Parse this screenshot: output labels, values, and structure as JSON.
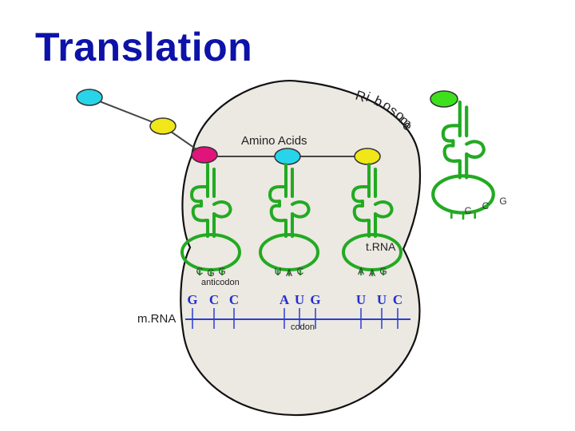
{
  "title": "Translation",
  "labels": {
    "ribosome": "Ribosome",
    "amino_acids": "Amino Acids",
    "trna": "t.RNA",
    "anticodon": "anticodon",
    "codon": "codon",
    "mrna": "m.RNA"
  },
  "mrna_bases": [
    "G",
    "C",
    "C",
    "A",
    "U",
    "G",
    "U",
    "U",
    "C"
  ],
  "anticodons": [
    [
      "C",
      "G",
      "G"
    ],
    [
      "U",
      "A",
      "C"
    ],
    [
      "A",
      "A",
      "G"
    ]
  ],
  "free_trna_anticodon": [
    "C",
    "C",
    "G"
  ],
  "colors": {
    "title": "#0d12a8",
    "ribosome_fill": "#ece8e2",
    "trna": "#22aa22",
    "mrna": "#2a3fd0",
    "amino_magenta": "#e0147a",
    "amino_cyan": "#28d4ea",
    "amino_yellow": "#f0e61a",
    "amino_green": "#3ee01e"
  }
}
